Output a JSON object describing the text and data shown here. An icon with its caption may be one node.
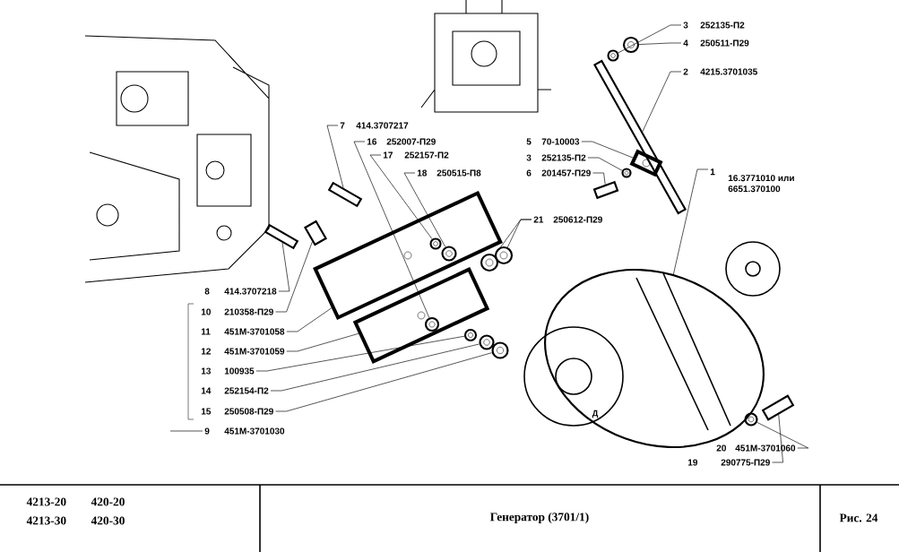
{
  "diagram": {
    "title": "Генератор (3701/1)",
    "nodes": [
      {
        "text": [
          "3",
          "252135-П2"
        ]
      },
      {
        "text": [
          "4",
          "250511-П29"
        ]
      },
      {
        "text": [
          "2",
          "4215.3701035"
        ]
      },
      {
        "text": [
          "5",
          "70-10003"
        ]
      },
      {
        "text": [
          "3",
          "252135-П2"
        ]
      },
      {
        "text": [
          "6",
          "201457-П29"
        ]
      },
      {
        "text": [
          "1",
          "16.3771010 или 6651.370100"
        ]
      },
      {
        "text": [
          "7",
          "414.3707217"
        ]
      },
      {
        "text": [
          "16",
          "252007-П29"
        ]
      },
      {
        "text": [
          "17",
          "252157-П2"
        ]
      },
      {
        "text": [
          "18",
          "250515-П8"
        ]
      },
      {
        "text": [
          "21",
          "250612-П29"
        ]
      },
      {
        "text": [
          "8",
          "414.3707218"
        ]
      },
      {
        "text": [
          "10",
          "210358-П29"
        ]
      },
      {
        "text": [
          "11",
          "451М-3701058"
        ]
      },
      {
        "text": [
          "12",
          "451М-3701059"
        ]
      },
      {
        "text": [
          "13",
          "100935"
        ]
      },
      {
        "text": [
          "14",
          "252154-П2"
        ]
      },
      {
        "text": [
          "15",
          "250508-П29"
        ]
      },
      {
        "text": [
          "9",
          "451М-3701030"
        ]
      },
      {
        "text": [
          "20",
          "451М-3701060"
        ]
      },
      {
        "text": [
          "19",
          "290775-П29"
        ]
      },
      {
        "text": [],
        "shape": "circle"
      },
      {
        "text": [],
        "shape": "circle"
      },
      {
        "text": [],
        "shape": "bar"
      },
      {
        "text": [],
        "shape": "box"
      },
      {
        "text": [],
        "shape": "circle"
      },
      {
        "text": [],
        "shape": "bar"
      },
      {
        "text": [],
        "shape": "picture"
      },
      {
        "text": [],
        "shape": "bar"
      },
      {
        "text": [],
        "shape": "circle",
        "in": 38
      },
      {
        "text": [],
        "shape": "circle",
        "in": 37
      },
      {
        "text": [],
        "shape": "circle",
        "in": 37
      },
      {
        "text": [],
        "shape": "circle"
      },
      {
        "text": [],
        "shape": "circle"
      },
      {
        "text": [],
        "shape": "bar"
      },
      {
        "text": [],
        "shape": "bar"
      },
      {
        "text": [],
        "shape": "box"
      },
      {
        "text": [],
        "shape": "box"
      },
      {
        "text": [],
        "shape": "circle"
      },
      {
        "text": [],
        "shape": "circle"
      },
      {
        "text": [],
        "shape": "circle"
      },
      {
        "text": [],
        "shape": "circle"
      },
      {
        "text": [],
        "shape": "bar"
      }
    ],
    "edges": [
      {
        "from": 0,
        "to": 22,
        "arrow": "none"
      },
      {
        "from": 1,
        "to": 23,
        "arrow": "none"
      },
      {
        "from": 2,
        "to": 24,
        "arrow": "none"
      },
      {
        "from": 3,
        "to": 25,
        "arrow": "none"
      },
      {
        "from": 4,
        "to": 26,
        "arrow": "none"
      },
      {
        "from": 5,
        "to": 27,
        "arrow": "none"
      },
      {
        "from": 6,
        "to": 28,
        "arrow": "none"
      },
      {
        "from": 7,
        "to": 29,
        "arrow": "none"
      },
      {
        "from": 8,
        "to": 30,
        "arrow": "none"
      },
      {
        "from": 9,
        "to": 31,
        "arrow": "none"
      },
      {
        "from": 10,
        "to": 32,
        "arrow": "none"
      },
      {
        "from": 11,
        "to": 33,
        "arrow": "none"
      },
      {
        "from": 11,
        "to": 34,
        "arrow": "none"
      },
      {
        "from": 12,
        "to": 35,
        "arrow": "none"
      },
      {
        "from": 13,
        "to": 36,
        "arrow": "none"
      },
      {
        "from": 14,
        "to": 37,
        "arrow": "none"
      },
      {
        "from": 15,
        "to": 38,
        "arrow": "none"
      },
      {
        "from": 16,
        "to": 39,
        "arrow": "none"
      },
      {
        "from": 17,
        "to": 40,
        "arrow": "none"
      },
      {
        "from": 18,
        "to": 41,
        "arrow": "none"
      },
      {
        "from": 19,
        "to": null,
        "arrow": "none"
      },
      {
        "from": 20,
        "to": 42,
        "arrow": "none"
      },
      {
        "from": 21,
        "to": 43,
        "arrow": "none"
      }
    ],
    "labels": [
      "Д",
      "4213-20",
      "420-20",
      "4213-30",
      "420-30",
      "Рис. 24"
    ]
  }
}
